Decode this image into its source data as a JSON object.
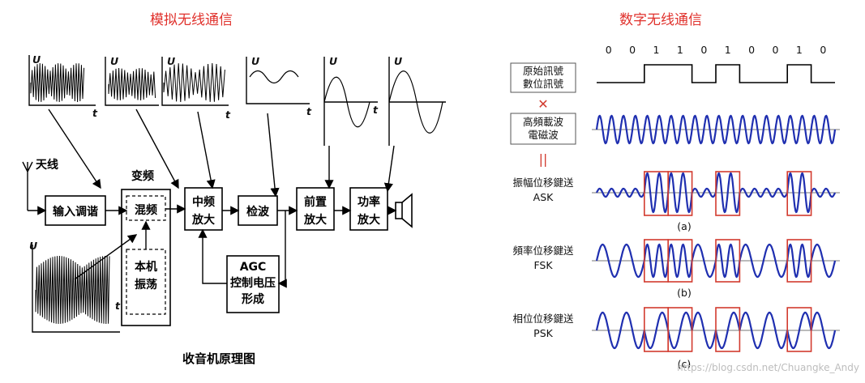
{
  "analog": {
    "title": "模拟无线通信",
    "caption": "收音机原理图",
    "axis_u": "U",
    "axis_t": "t",
    "antenna_label": "天线",
    "blocks": {
      "input_tuning": "输入调谐",
      "mix_group_label": "变频",
      "mixer": "混频",
      "local_osc_1": "本机",
      "local_osc_2": "振荡",
      "if_amp_1": "中频",
      "if_amp_2": "放大",
      "detector": "检波",
      "preamp_1": "前置",
      "preamp_2": "放大",
      "power_amp_1": "功率",
      "power_amp_2": "放大",
      "agc_1": "AGC",
      "agc_2": "控制电压",
      "agc_3": "形成"
    }
  },
  "digital": {
    "title": "数字无线通信",
    "bits": [
      "0",
      "0",
      "1",
      "1",
      "0",
      "1",
      "0",
      "0",
      "1",
      "0"
    ],
    "source_label_1": "原始訊號",
    "source_label_2": "數位訊號",
    "times_symbol": "✕",
    "carrier_label_1": "高頻載波",
    "carrier_label_2": "電磁波",
    "parallel_symbol": "||",
    "ask_label_1": "振幅位移鍵送",
    "ask_label_2": "ASK",
    "ask_caption": "(a)",
    "fsk_label_1": "頻率位移鍵送",
    "fsk_label_2": "FSK",
    "fsk_caption": "(b)",
    "psk_label_1": "相位位移鍵送",
    "psk_label_2": "PSK",
    "psk_caption": "(c)",
    "colors": {
      "wave": "#1f2fb0",
      "window": "#d23b2f",
      "title": "#e0312c"
    }
  },
  "watermark": "https://blog.csdn.net/Chuangke_Andy"
}
